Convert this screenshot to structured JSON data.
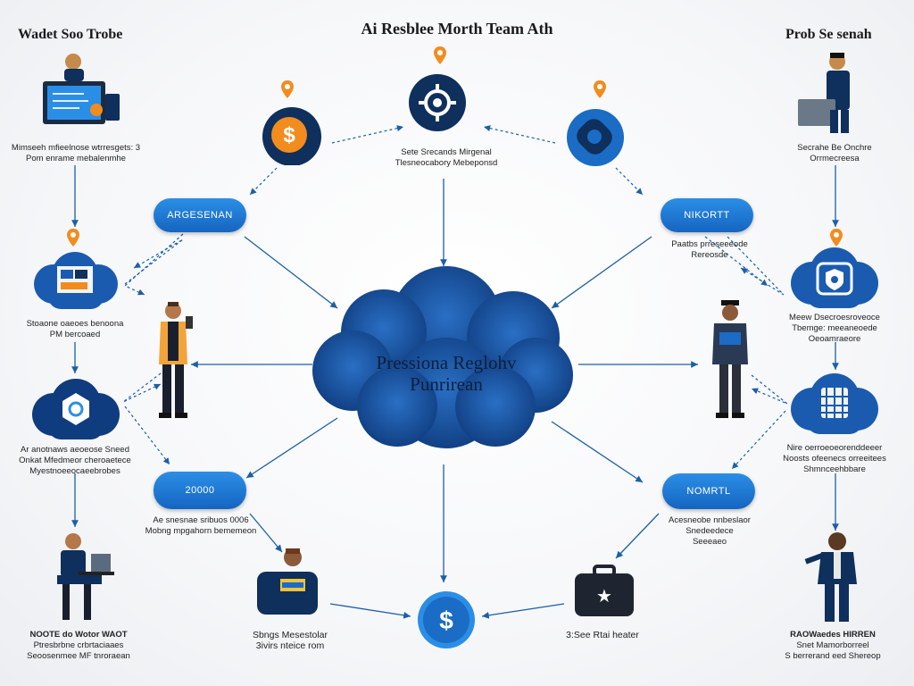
{
  "header": {
    "title": "Ai Resblee Morth Team Ath",
    "left_title": "Wadet Soo Trobe",
    "right_title": "Prob Se senah"
  },
  "center": {
    "line1": "Pressiona Reglohv",
    "line2": "Punrirean"
  },
  "pills": {
    "top_left": "ARGESENAN",
    "top_right": "NIKORTT",
    "bottom_left": "20000",
    "bottom_right": "NOMRTL"
  },
  "captions": {
    "top_center": [
      "Sete Srecands Mirgenal",
      "Tlesneocabory Mebeponsd"
    ],
    "left_1": [
      "Mimseeh mfieelnose wtrresgets: 3",
      "Pom enrame mebalenmhe"
    ],
    "left_2": [
      "Stoaone oaeoes benoona",
      "PM bercoaed"
    ],
    "left_3": [
      "Ar anotnaws aeoeose Sneed",
      "Onkat Mfedmeor cheroaetece",
      "Myestnoeeocaeebrobes"
    ],
    "left_4": [
      "NOOTE do Wotor WAOT",
      "Ptresbrbne crbrtaciaaes",
      "Seoosenmee MF tnroraean"
    ],
    "right_1": [
      "Secrahe Be Onchre",
      "Orrmecreesa"
    ],
    "right_2": [
      "Paatbs prreseeeode",
      "Rereosde"
    ],
    "right_3": [
      "Meew Dsecroesroveoce",
      "Tbemge: meeaneoede",
      "Oeoamraeore"
    ],
    "right_4": [
      "Nire oerroeoeorenddeeer",
      "Noosts ofeenecs orreeitees",
      "Shmnceehbbare"
    ],
    "right_5": [
      "Acesneobe nnbeslaor",
      "Snedeedece",
      "Seeeaeo"
    ],
    "right_6": [
      "RAOWaedes HIRREN",
      "Snet Mamorborreel",
      "S berrerand eed Shereop"
    ],
    "bottom_left": [
      "Ae snesnae sribuos 0006",
      "Mobng mpgahorn bememeon"
    ],
    "bottom_center": [
      "Sbngs Mesestolar",
      "3ivirs nteice rom"
    ],
    "bottom_right": [
      "3:See Rtai heater"
    ]
  },
  "colors": {
    "navy": "#0f2f5c",
    "blue": "#1a6cc4",
    "light_blue": "#2b8ee6",
    "orange": "#f28c1e",
    "arrow": "#1b5fa8"
  },
  "icons": {
    "top_center": "gear-icon",
    "top_left": "dollar-coin-icon",
    "top_right": "blue-tag-icon",
    "left_cloud_1": "document-icon",
    "left_cloud_2": "hexagon-icon",
    "right_cloud_1": "shield-icon",
    "right_cloud_2": "chip-icon",
    "bottom_center": "dollar-coin-icon",
    "bottom_right": "briefcase-icon",
    "bottom_left": "folder-icon"
  }
}
